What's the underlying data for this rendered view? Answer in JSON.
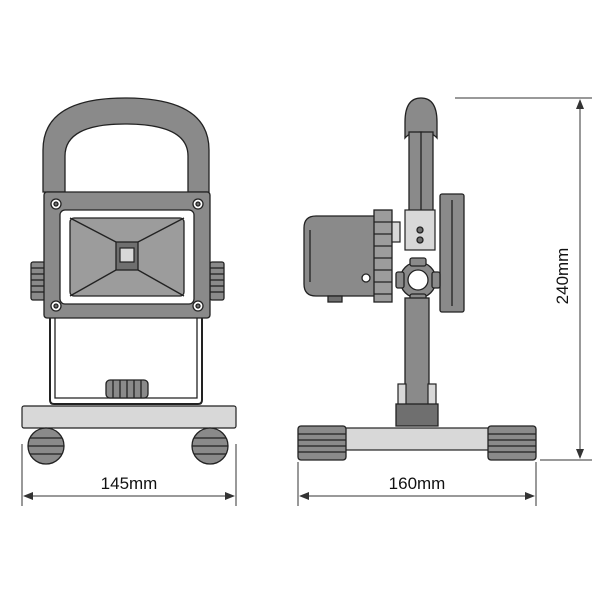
{
  "diagram": {
    "dimensions": {
      "front_width": "145mm",
      "side_width": "160mm",
      "height": "240mm"
    },
    "colors": {
      "line": "#222222",
      "body": "#8a8a8a",
      "panel": "#9c9c9c",
      "dark": "#6f6f6f",
      "light": "#d8d8d8"
    }
  }
}
